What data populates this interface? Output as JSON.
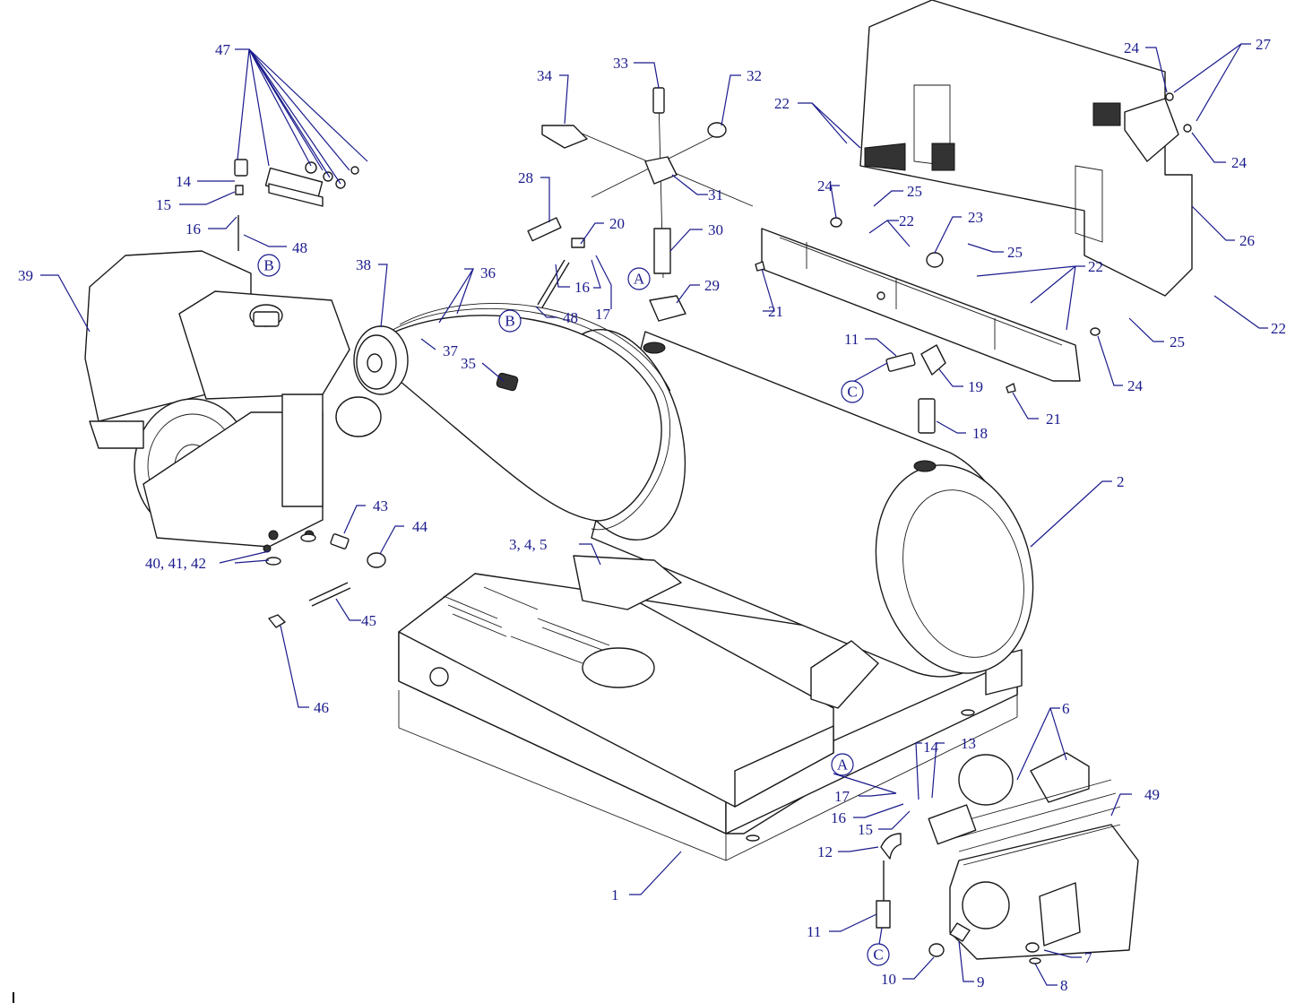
{
  "callouts": [
    {
      "id": "c47",
      "text": "47"
    },
    {
      "id": "c14a",
      "text": "14"
    },
    {
      "id": "c15a",
      "text": "15"
    },
    {
      "id": "c16a",
      "text": "16"
    },
    {
      "id": "c48a",
      "text": "48"
    },
    {
      "id": "c39",
      "text": "39"
    },
    {
      "id": "c38",
      "text": "38"
    },
    {
      "id": "c36",
      "text": "36"
    },
    {
      "id": "c37",
      "text": "37"
    },
    {
      "id": "c35",
      "text": "35"
    },
    {
      "id": "c34",
      "text": "34"
    },
    {
      "id": "c33",
      "text": "33"
    },
    {
      "id": "c32",
      "text": "32"
    },
    {
      "id": "c28",
      "text": "28"
    },
    {
      "id": "c20",
      "text": "20"
    },
    {
      "id": "c31",
      "text": "31"
    },
    {
      "id": "c30",
      "text": "30"
    },
    {
      "id": "c16b",
      "text": "16"
    },
    {
      "id": "c17a",
      "text": "17"
    },
    {
      "id": "c48b",
      "text": "48"
    },
    {
      "id": "c29",
      "text": "29"
    },
    {
      "id": "c22a",
      "text": "22"
    },
    {
      "id": "c24a",
      "text": "24"
    },
    {
      "id": "c27",
      "text": "27"
    },
    {
      "id": "c24b",
      "text": "24"
    },
    {
      "id": "c24c",
      "text": "24"
    },
    {
      "id": "c25a",
      "text": "25"
    },
    {
      "id": "c22b",
      "text": "22"
    },
    {
      "id": "c23",
      "text": "23"
    },
    {
      "id": "c25b",
      "text": "25"
    },
    {
      "id": "c26",
      "text": "26"
    },
    {
      "id": "c21a",
      "text": "21"
    },
    {
      "id": "c22c",
      "text": "22"
    },
    {
      "id": "c22d",
      "text": "22"
    },
    {
      "id": "c11a",
      "text": "11"
    },
    {
      "id": "c19",
      "text": "19"
    },
    {
      "id": "c25c",
      "text": "25"
    },
    {
      "id": "c24d",
      "text": "24"
    },
    {
      "id": "c21b",
      "text": "21"
    },
    {
      "id": "c18",
      "text": "18"
    },
    {
      "id": "c2",
      "text": "2"
    },
    {
      "id": "c43",
      "text": "43"
    },
    {
      "id": "c44",
      "text": "44"
    },
    {
      "id": "c40",
      "text": "40, 41, 42"
    },
    {
      "id": "c45",
      "text": "45"
    },
    {
      "id": "c46",
      "text": "46"
    },
    {
      "id": "c345",
      "text": "3, 4, 5"
    },
    {
      "id": "c6",
      "text": "6"
    },
    {
      "id": "c14b",
      "text": "14"
    },
    {
      "id": "c13",
      "text": "13"
    },
    {
      "id": "c49",
      "text": "49"
    },
    {
      "id": "c17b",
      "text": "17"
    },
    {
      "id": "c16c",
      "text": "16"
    },
    {
      "id": "c15b",
      "text": "15"
    },
    {
      "id": "c12",
      "text": "12"
    },
    {
      "id": "c1",
      "text": "1"
    },
    {
      "id": "c11b",
      "text": "11"
    },
    {
      "id": "c7",
      "text": "7"
    },
    {
      "id": "c10",
      "text": "10"
    },
    {
      "id": "c9",
      "text": "9"
    },
    {
      "id": "c8",
      "text": "8"
    }
  ],
  "references": [
    {
      "id": "rB1",
      "letter": "B"
    },
    {
      "id": "rA1",
      "letter": "A"
    },
    {
      "id": "rB2",
      "letter": "B"
    },
    {
      "id": "rC1",
      "letter": "C"
    },
    {
      "id": "rA2",
      "letter": "A"
    },
    {
      "id": "rC2",
      "letter": "C"
    }
  ]
}
